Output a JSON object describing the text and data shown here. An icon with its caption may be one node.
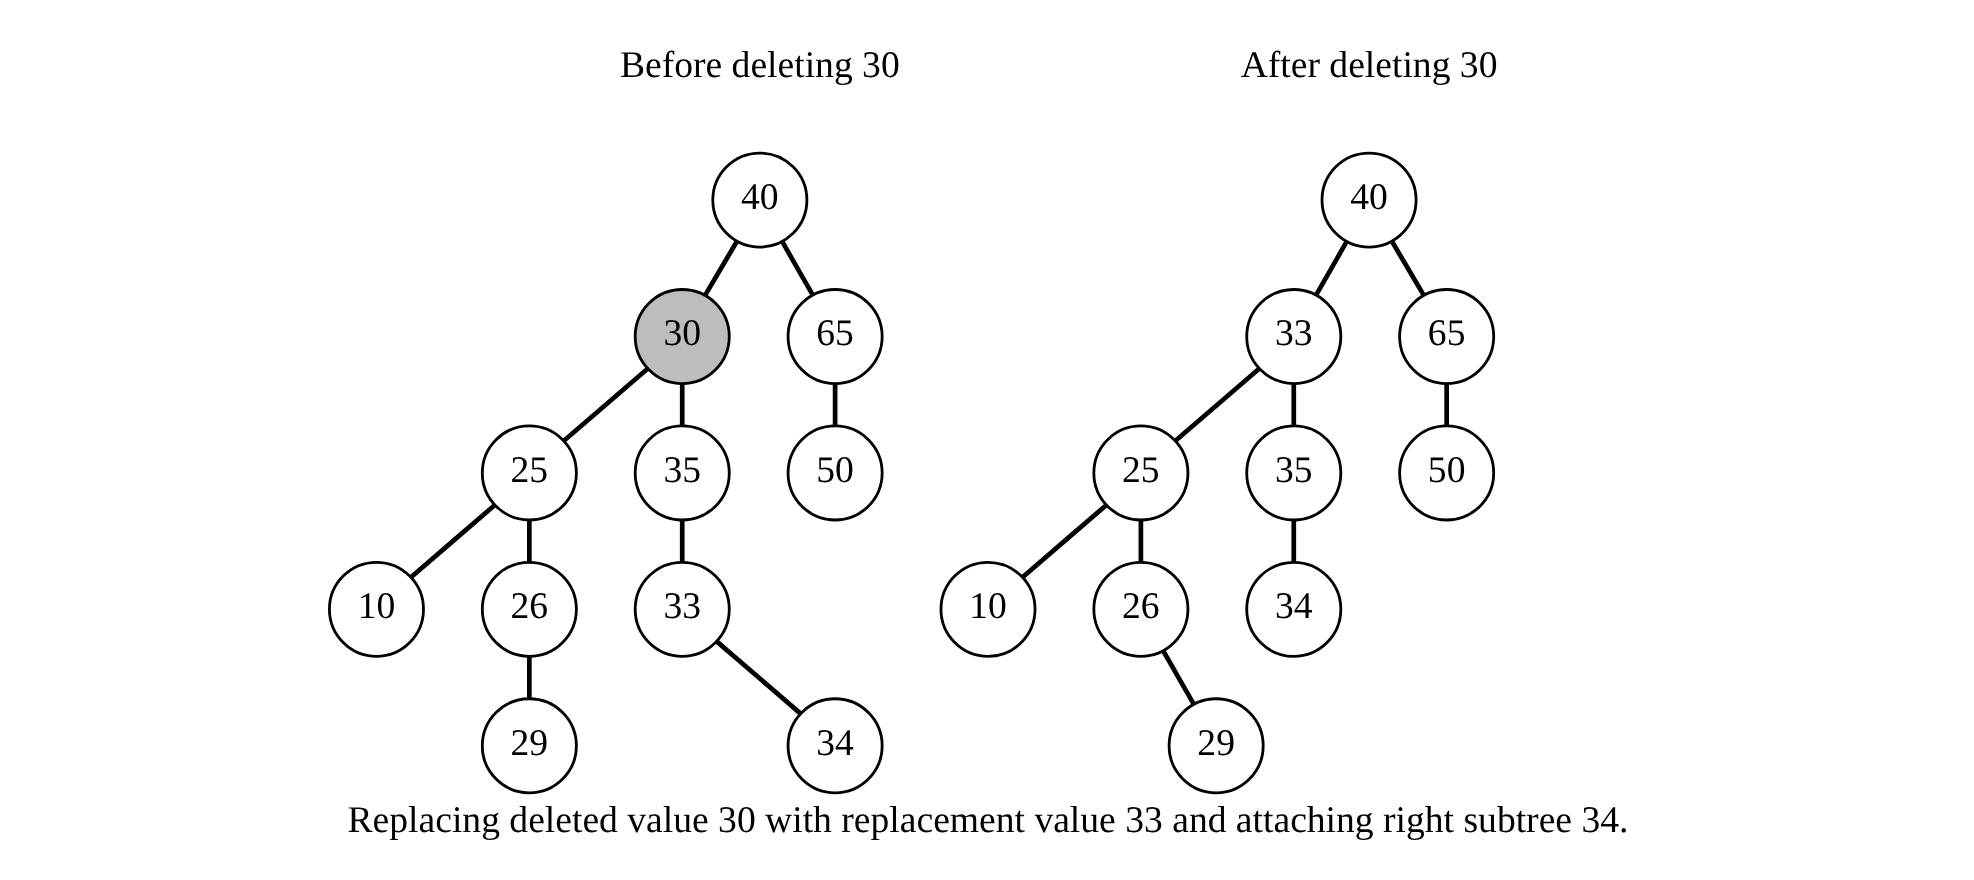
{
  "diagram": {
    "caption": "Replacing deleted value 30 with replacement value 33 and attaching right subtree 34.",
    "nodes": [
      {
        "text": [
          "40"
        ]
      },
      {
        "text": [
          "30"
        ]
      },
      {
        "text": [
          "65"
        ]
      },
      {
        "text": [
          "25"
        ]
      },
      {
        "text": [
          "35"
        ]
      },
      {
        "text": [
          "50"
        ]
      },
      {
        "text": [
          "10"
        ]
      },
      {
        "text": [
          "26"
        ]
      },
      {
        "text": [
          "33"
        ]
      },
      {
        "text": [
          "29"
        ]
      },
      {
        "text": [
          "34"
        ]
      },
      {
        "text": [
          "40"
        ]
      },
      {
        "text": [
          "33"
        ]
      },
      {
        "text": [
          "65"
        ]
      },
      {
        "text": [
          "25"
        ]
      },
      {
        "text": [
          "35"
        ]
      },
      {
        "text": [
          "50"
        ]
      },
      {
        "text": [
          "10"
        ]
      },
      {
        "text": [
          "26"
        ]
      },
      {
        "text": [
          "34"
        ]
      },
      {
        "text": [
          "29"
        ]
      }
    ],
    "edges": [
      {
        "from": 0,
        "to": 1,
        "arrow": "none"
      },
      {
        "from": 0,
        "to": 2,
        "arrow": "none"
      },
      {
        "from": 1,
        "to": 3,
        "arrow": "none"
      },
      {
        "from": 1,
        "to": 4,
        "arrow": "none"
      },
      {
        "from": 2,
        "to": 5,
        "arrow": "none"
      },
      {
        "from": 3,
        "to": 6,
        "arrow": "none"
      },
      {
        "from": 3,
        "to": 7,
        "arrow": "none"
      },
      {
        "from": 4,
        "to": 8,
        "arrow": "none"
      },
      {
        "from": 7,
        "to": 9,
        "arrow": "none"
      },
      {
        "from": 8,
        "to": 10,
        "arrow": "none"
      },
      {
        "from": 11,
        "to": 12,
        "arrow": "none"
      },
      {
        "from": 11,
        "to": 13,
        "arrow": "none"
      },
      {
        "from": 12,
        "to": 14,
        "arrow": "none"
      },
      {
        "from": 12,
        "to": 15,
        "arrow": "none"
      },
      {
        "from": 13,
        "to": 16,
        "arrow": "none"
      },
      {
        "from": 14,
        "to": 17,
        "arrow": "none"
      },
      {
        "from": 14,
        "to": 18,
        "arrow": "none"
      },
      {
        "from": 15,
        "to": 19,
        "arrow": "none"
      },
      {
        "from": 18,
        "to": 20,
        "arrow": "none"
      }
    ],
    "labels": [
      "Before deleting 30",
      "After deleting 30"
    ]
  }
}
